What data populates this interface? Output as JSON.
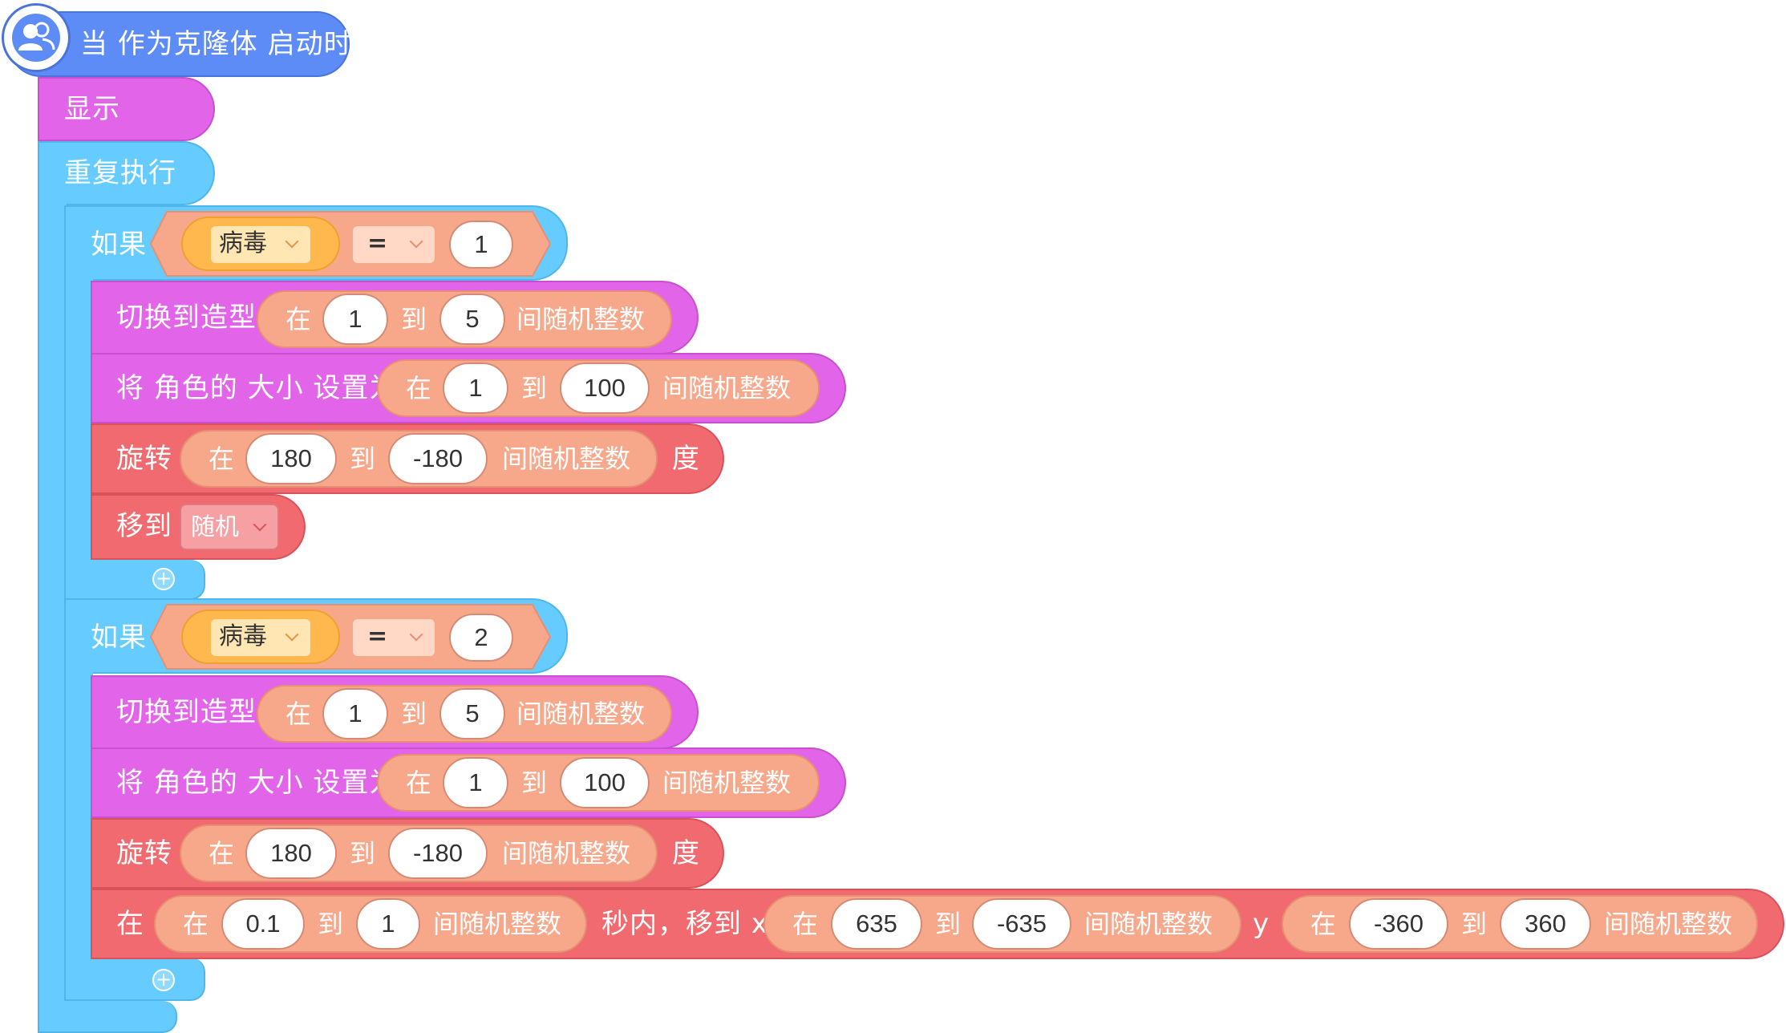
{
  "hat": {
    "label": "当 作为克隆体 启动时",
    "icon": "clone-avatar-icon"
  },
  "show": {
    "label": "显示"
  },
  "forever": {
    "label": "重复执行"
  },
  "if1": {
    "label": "如果",
    "variable": "病毒",
    "operator": "=",
    "value": "1",
    "switch_costume": {
      "label": "切换到造型",
      "r_in": "在",
      "r_to": "到",
      "r_suffix": "间随机整数",
      "from": "1",
      "to": "5"
    },
    "set_size": {
      "label": "将 角色的 大小 设置为",
      "r_in": "在",
      "r_to": "到",
      "r_suffix": "间随机整数",
      "from": "1",
      "to": "100"
    },
    "turn": {
      "label": "旋转",
      "r_in": "在",
      "r_to": "到",
      "r_suffix": "间随机整数",
      "from": "180",
      "to": "-180",
      "unit": "度"
    },
    "goto": {
      "label": "移到",
      "target": "随机"
    }
  },
  "if2": {
    "label": "如果",
    "variable": "病毒",
    "operator": "=",
    "value": "2",
    "switch_costume": {
      "label": "切换到造型",
      "r_in": "在",
      "r_to": "到",
      "r_suffix": "间随机整数",
      "from": "1",
      "to": "5"
    },
    "set_size": {
      "label": "将 角色的 大小 设置为",
      "r_in": "在",
      "r_to": "到",
      "r_suffix": "间随机整数",
      "from": "1",
      "to": "100"
    },
    "turn": {
      "label": "旋转",
      "r_in": "在",
      "r_to": "到",
      "r_suffix": "间随机整数",
      "from": "180",
      "to": "-180",
      "unit": "度"
    },
    "glide": {
      "label_in": "在",
      "secs": {
        "r_in": "在",
        "r_to": "到",
        "r_suffix": "间随机整数",
        "from": "0.1",
        "to": "1"
      },
      "label_mid": "秒内，移到 x",
      "x": {
        "r_in": "在",
        "r_to": "到",
        "r_suffix": "间随机整数",
        "from": "635",
        "to": "-635"
      },
      "label_y": "y",
      "y": {
        "r_in": "在",
        "r_to": "到",
        "r_suffix": "间随机整数",
        "from": "-360",
        "to": "360"
      }
    }
  },
  "plus_symbol": "+",
  "colors": {
    "events": "#5e8cf7",
    "looks": "#e264e8",
    "control": "#66ccff",
    "motion": "#f06a6f",
    "operators": "#f7a88b",
    "variables": "#ffb84d"
  }
}
